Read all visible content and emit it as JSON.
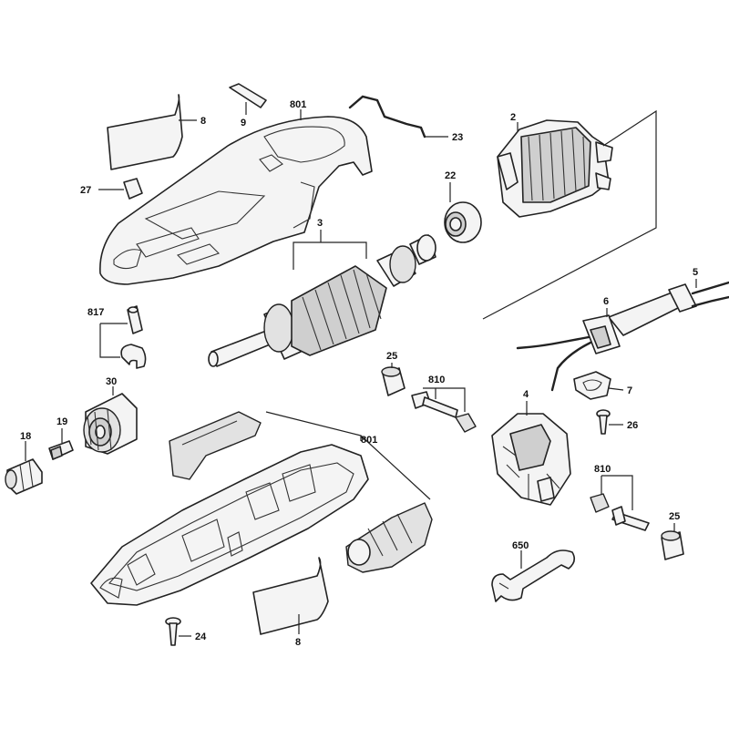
{
  "diagram": {
    "labels": {
      "l8_top": "8",
      "l9": "9",
      "l801_top": "801",
      "l23": "23",
      "l2": "2",
      "l27": "27",
      "l22": "22",
      "l3": "3",
      "l5": "5",
      "l817": "817",
      "l6": "6",
      "l25_mid": "25",
      "l810_mid": "810",
      "l7": "7",
      "l30": "30",
      "l4": "4",
      "l26": "26",
      "l18": "18",
      "l19": "19",
      "l801_bottom": "801",
      "l810_right": "810",
      "l25_right": "25",
      "l650": "650",
      "l24": "24",
      "l8_bottom": "8"
    }
  }
}
